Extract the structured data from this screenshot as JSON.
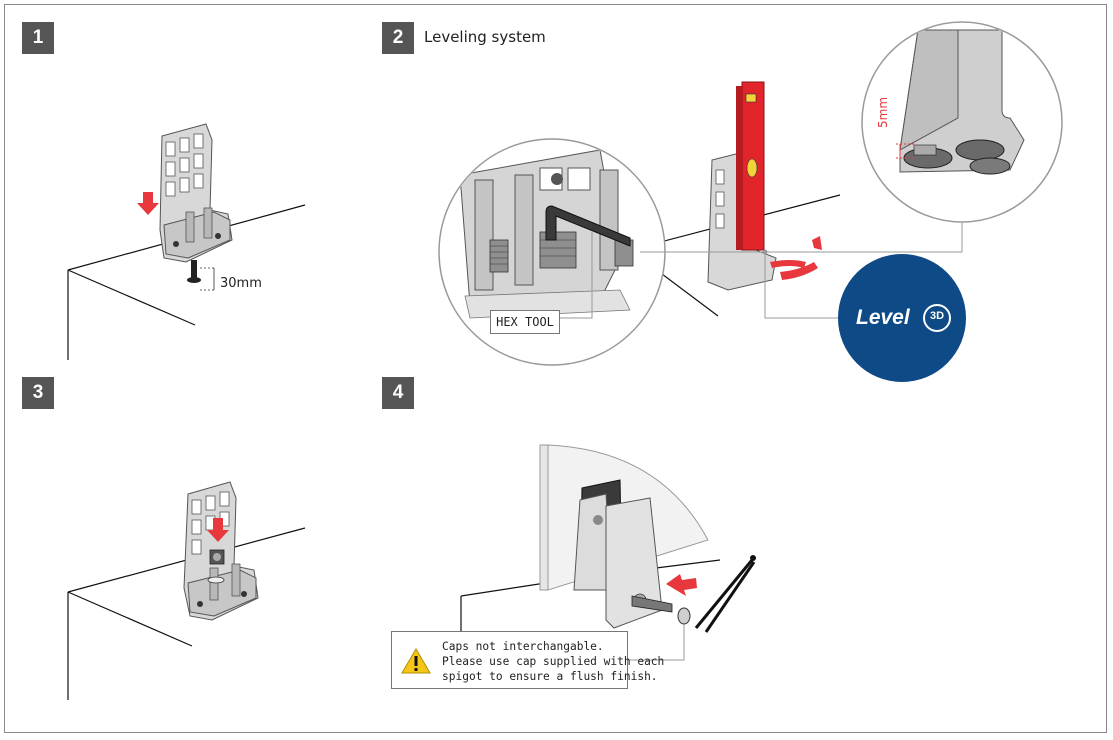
{
  "steps": [
    {
      "number": "1",
      "title": ""
    },
    {
      "number": "2",
      "title": "Leveling system"
    },
    {
      "number": "3",
      "title": ""
    },
    {
      "number": "4",
      "title": ""
    }
  ],
  "annotations": {
    "bolt_clearance": "30mm",
    "hex_tool": "HEX TOOL",
    "gap_measure": "5mm"
  },
  "brand_badge": {
    "text": "Level",
    "mark": "3D",
    "color": "#0e4a86"
  },
  "caution": {
    "icon": "warning-triangle-icon",
    "lines": [
      "Caps not interchangable.",
      "Please use cap supplied with each",
      "spigot to ensure a flush finish."
    ]
  },
  "colors": {
    "badge": "#555555",
    "arrow": "#e8383d",
    "level_tool": "#e1252a",
    "warning": "#f5c518"
  }
}
